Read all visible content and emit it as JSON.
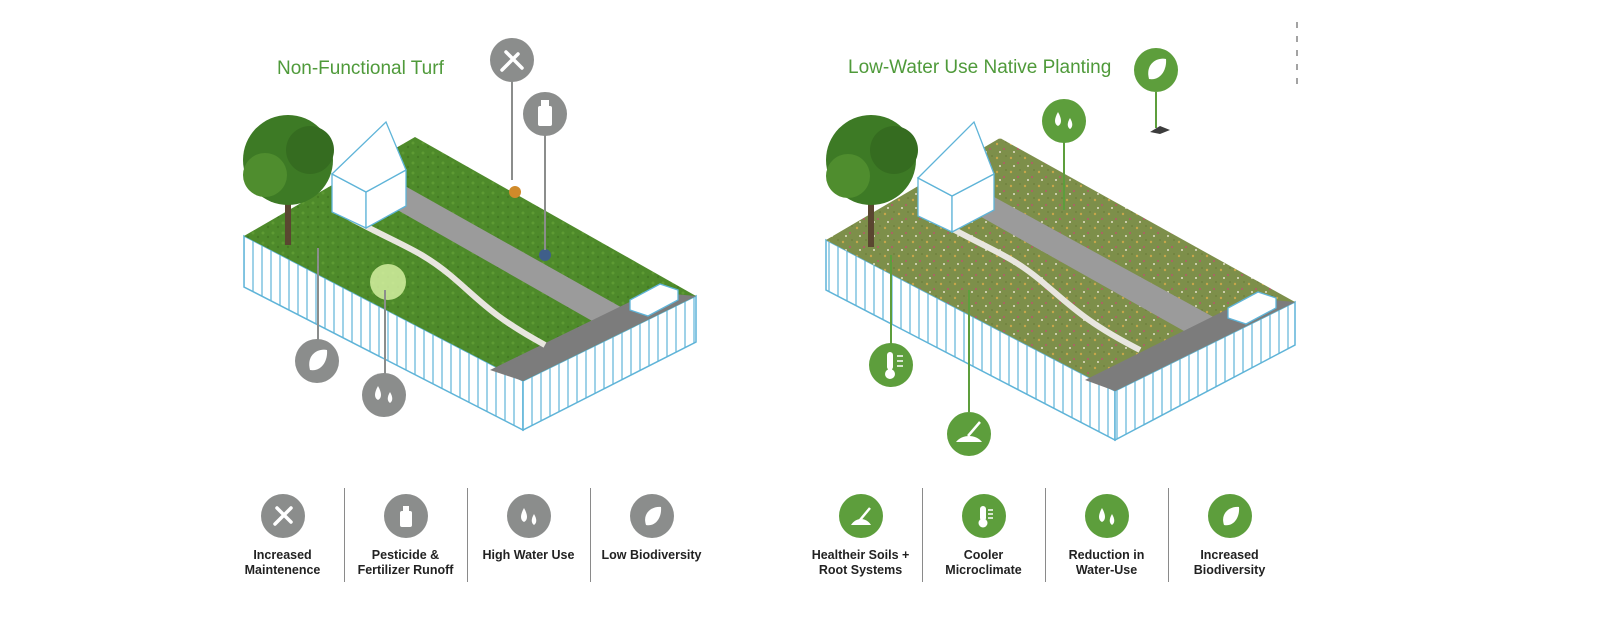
{
  "left": {
    "title": "Non-Functional Turf",
    "legend": [
      {
        "label_1": "Increased",
        "label_2": "Maintenence",
        "icon": "tools-icon"
      },
      {
        "label_1": "Pesticide &",
        "label_2": "Fertilizer Runoff",
        "icon": "spray-bottle-icon"
      },
      {
        "label_1": "High Water Use",
        "label_2": "",
        "icon": "water-drops-icon"
      },
      {
        "label_1": "Low Biodiversity",
        "label_2": "",
        "icon": "leaf-icon"
      }
    ]
  },
  "right": {
    "title": "Low-Water Use Native Planting",
    "legend": [
      {
        "label_1": "Healtheir Soils +",
        "label_2": "Root Systems",
        "icon": "shovel-soil-icon"
      },
      {
        "label_1": "Cooler",
        "label_2": "Microclimate",
        "icon": "thermometer-icon"
      },
      {
        "label_1": "Reduction in",
        "label_2": "Water-Use",
        "icon": "water-drops-icon"
      },
      {
        "label_1": "Increased",
        "label_2": "Biodiversity",
        "icon": "leaf-icon"
      }
    ]
  },
  "colors": {
    "accent_green": "#5d9e3c",
    "title_green": "#4f9a3a",
    "icon_grey": "#8b8d8c",
    "fence_blue": "#5fb4d8",
    "turf": "#4f8a2c",
    "road": "#9b9b9b"
  }
}
